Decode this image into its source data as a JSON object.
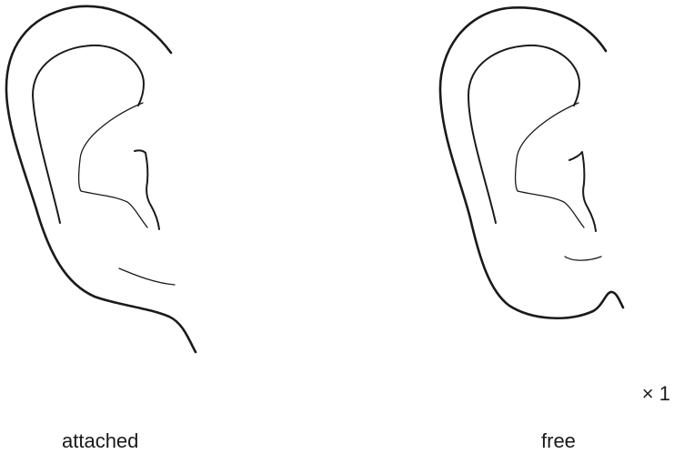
{
  "labels": {
    "attached": "attached",
    "free": "free"
  },
  "marks": {
    "score": "× 1"
  },
  "colors": {
    "line": "#1a1a1a",
    "background": "#ffffff"
  }
}
